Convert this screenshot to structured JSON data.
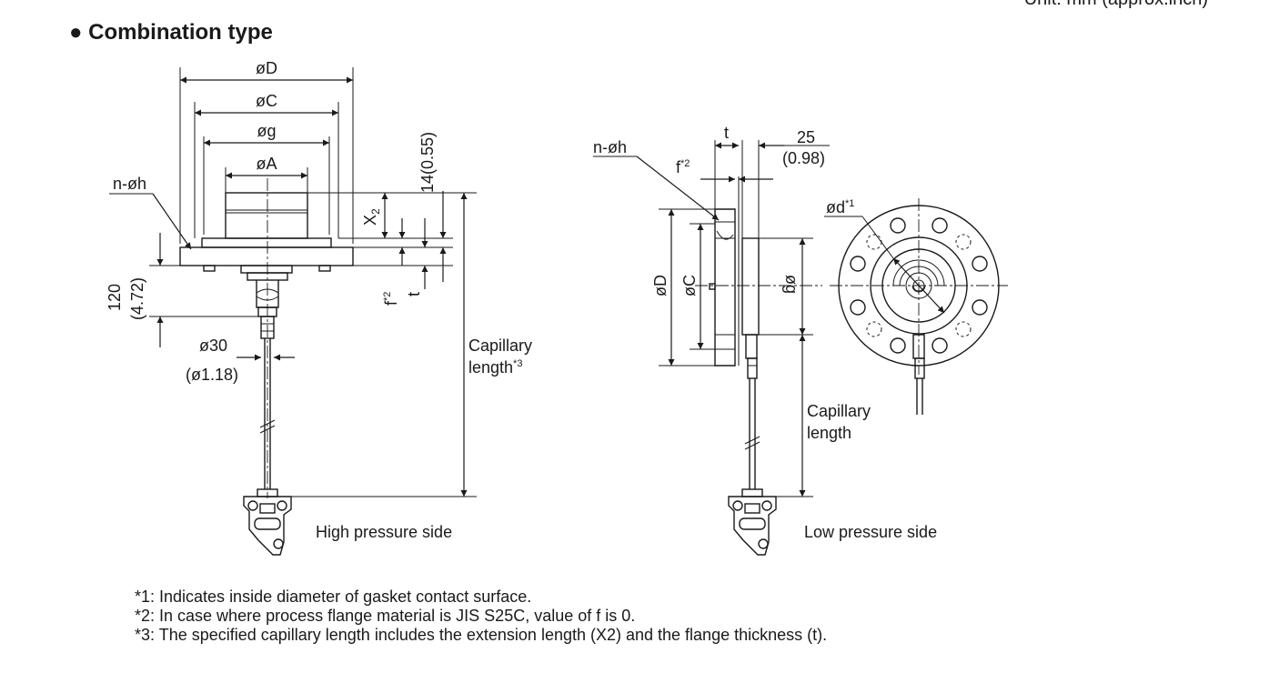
{
  "header": {
    "unit_note": "Unit: mm (approx.inch)",
    "section_title": "● Combination type"
  },
  "high_side": {
    "dims": {
      "od": "øD",
      "oc": "øC",
      "og": "øg",
      "oa": "øA",
      "noh": "n-øh",
      "x2": "X",
      "x2_sub": "2",
      "dim14": "14(0.55)",
      "f2": "f",
      "f2_sup": "*2",
      "t": "t",
      "dim120": "120",
      "dim120_in": "(4.72)",
      "o30": "ø30",
      "o30_in": "(ø1.18)",
      "cap1": "Capillary",
      "cap2": "length",
      "cap_sup": "*3"
    },
    "caption": "High pressure side"
  },
  "low_side": {
    "dims": {
      "noh": "n-øh",
      "t": "t",
      "dim25": "25",
      "dim25_in": "(0.98)",
      "f2": "f",
      "f2_sup": "*2",
      "od": "øD",
      "oc": "øC",
      "og": "øg",
      "od1": "ød",
      "od1_sup": "*1",
      "cap1": "Capillary",
      "cap2": "length"
    },
    "caption": "Low pressure side"
  },
  "notes": [
    "*1: Indicates inside diameter of gasket contact surface.",
    "*2: In case where process flange material is JIS S25C, value of f is 0.",
    "*3: The specified capillary length includes the extension length (X2) and the flange thickness (t)."
  ]
}
